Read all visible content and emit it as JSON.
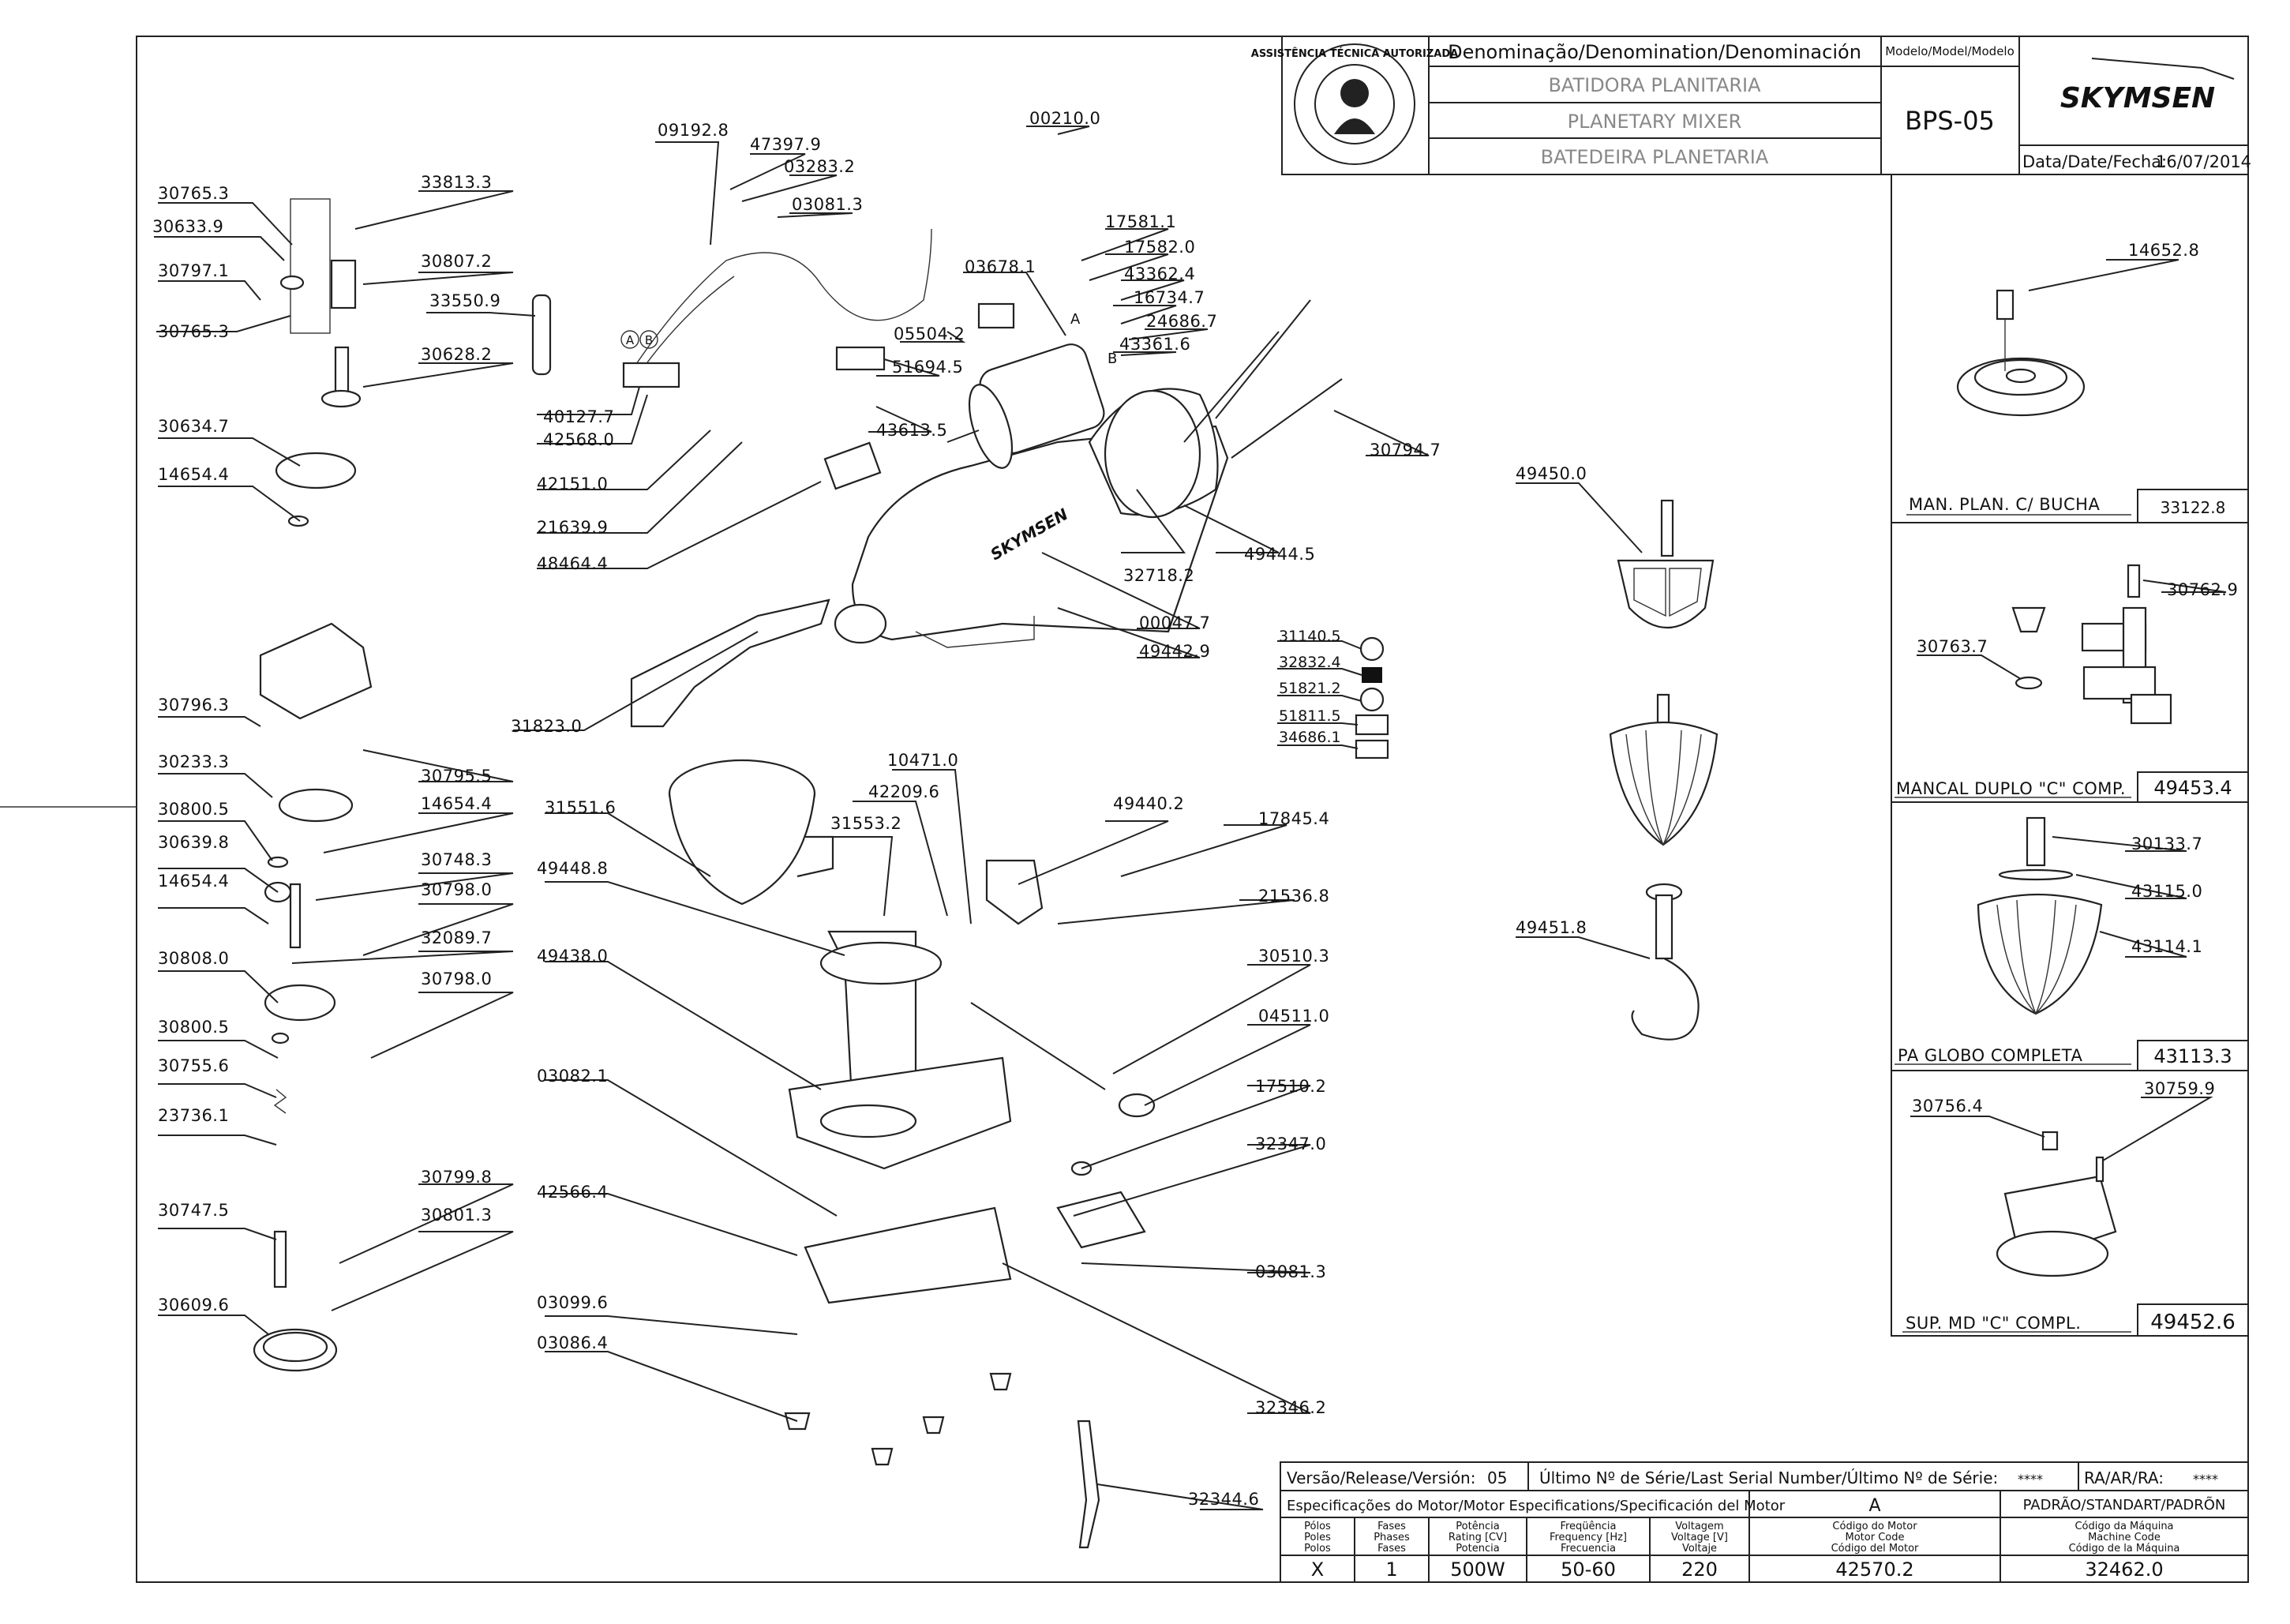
{
  "title_block": {
    "denomination_header": "Denominação/Denomination/Denominación",
    "name_pt": "BATIDORA PLANITARIA",
    "name_en": "PLANETARY MIXER",
    "name_es": "BATEDEIRA PLANETARIA",
    "model_header": "Modelo/Model/Modelo",
    "model": "BPS-05",
    "brand": "SKYMSEN",
    "date_label": "Data/Date/Fecha:",
    "date": "16/07/2014",
    "seal_text": "ASSISTÊNCIA TÉCNICA AUTORIZADA"
  },
  "callouts": [
    {
      "id": "c1",
      "text": "30765.3"
    },
    {
      "id": "c2",
      "text": "30633.9"
    },
    {
      "id": "c3",
      "text": "30797.1"
    },
    {
      "id": "c4",
      "text": "30765.3"
    },
    {
      "id": "c5",
      "text": "33813.3"
    },
    {
      "id": "c6",
      "text": "30807.2"
    },
    {
      "id": "c7",
      "text": "33550.9"
    },
    {
      "id": "c8",
      "text": "30628.2"
    },
    {
      "id": "c9",
      "text": "30634.7"
    },
    {
      "id": "c10",
      "text": "14654.4"
    },
    {
      "id": "c11",
      "text": "30796.3"
    },
    {
      "id": "c12",
      "text": "30795.5"
    },
    {
      "id": "c13",
      "text": "30233.3"
    },
    {
      "id": "c14",
      "text": "14654.4"
    },
    {
      "id": "c15",
      "text": "30800.5"
    },
    {
      "id": "c16",
      "text": "30639.8"
    },
    {
      "id": "c17",
      "text": "30748.3"
    },
    {
      "id": "c18",
      "text": "14654.4"
    },
    {
      "id": "c19",
      "text": "30798.0"
    },
    {
      "id": "c20",
      "text": "32089.7"
    },
    {
      "id": "c21",
      "text": "30808.0"
    },
    {
      "id": "c22",
      "text": "30798.0"
    },
    {
      "id": "c23",
      "text": "30800.5"
    },
    {
      "id": "c24",
      "text": "30755.6"
    },
    {
      "id": "c25",
      "text": "23736.1"
    },
    {
      "id": "c26",
      "text": "30799.8"
    },
    {
      "id": "c27",
      "text": "30747.5"
    },
    {
      "id": "c28",
      "text": "30801.3"
    },
    {
      "id": "c29",
      "text": "30609.6"
    },
    {
      "id": "c30",
      "text": "09192.8"
    },
    {
      "id": "c31",
      "text": "47397.9"
    },
    {
      "id": "c32",
      "text": "03283.2"
    },
    {
      "id": "c33",
      "text": "03081.3"
    },
    {
      "id": "c34",
      "text": "00210.0"
    },
    {
      "id": "c35",
      "text": "17581.1"
    },
    {
      "id": "c36",
      "text": "17582.0"
    },
    {
      "id": "c37",
      "text": "03678.1"
    },
    {
      "id": "c38",
      "text": "43362.4"
    },
    {
      "id": "c39",
      "text": "16734.7"
    },
    {
      "id": "c40",
      "text": "24686.7"
    },
    {
      "id": "c41",
      "text": "43361.6"
    },
    {
      "id": "c42",
      "text": "05504.2"
    },
    {
      "id": "c43",
      "text": "51694.5"
    },
    {
      "id": "c44",
      "text": "40127.7"
    },
    {
      "id": "c45",
      "text": "42568.0"
    },
    {
      "id": "c46",
      "text": "43613.5"
    },
    {
      "id": "c47",
      "text": "42151.0"
    },
    {
      "id": "c48",
      "text": "21639.9"
    },
    {
      "id": "c49",
      "text": "48464.4"
    },
    {
      "id": "c50",
      "text": "30794.7"
    },
    {
      "id": "c51",
      "text": "32718.2"
    },
    {
      "id": "c52",
      "text": "49444.5"
    },
    {
      "id": "c53",
      "text": "00047.7"
    },
    {
      "id": "c54",
      "text": "49442.9"
    },
    {
      "id": "c55",
      "text": "31823.0"
    },
    {
      "id": "c56",
      "text": "10471.0"
    },
    {
      "id": "c57",
      "text": "42209.6"
    },
    {
      "id": "c58",
      "text": "49440.2"
    },
    {
      "id": "c59",
      "text": "17845.4"
    },
    {
      "id": "c60",
      "text": "31551.6"
    },
    {
      "id": "c61",
      "text": "31553.2"
    },
    {
      "id": "c62",
      "text": "21536.8"
    },
    {
      "id": "c63",
      "text": "49448.8"
    },
    {
      "id": "c64",
      "text": "30510.3"
    },
    {
      "id": "c65",
      "text": "49438.0"
    },
    {
      "id": "c66",
      "text": "04511.0"
    },
    {
      "id": "c67",
      "text": "03082.1"
    },
    {
      "id": "c68",
      "text": "17510.2"
    },
    {
      "id": "c69",
      "text": "32347.0"
    },
    {
      "id": "c70",
      "text": "42566.4"
    },
    {
      "id": "c71",
      "text": "03081.3"
    },
    {
      "id": "c72",
      "text": "03099.6"
    },
    {
      "id": "c73",
      "text": "03086.4"
    },
    {
      "id": "c74",
      "text": "32346.2"
    },
    {
      "id": "c75",
      "text": "32344.6"
    },
    {
      "id": "c76",
      "text": "31140.5"
    },
    {
      "id": "c77",
      "text": "32832.4"
    },
    {
      "id": "c78",
      "text": "51821.2"
    },
    {
      "id": "c79",
      "text": "51811.5"
    },
    {
      "id": "c80",
      "text": "34686.1"
    },
    {
      "id": "c81",
      "text": "49450.0"
    },
    {
      "id": "c82",
      "text": "49451.8"
    },
    {
      "id": "c83",
      "text": "14652.8"
    },
    {
      "id": "c84",
      "text": "30762.9"
    },
    {
      "id": "c85",
      "text": "30763.7"
    },
    {
      "id": "c86",
      "text": "30133.7"
    },
    {
      "id": "c87",
      "text": "43115.0"
    },
    {
      "id": "c88",
      "text": "43114.1"
    },
    {
      "id": "c89",
      "text": "30756.4"
    },
    {
      "id": "c90",
      "text": "30759.9"
    }
  ],
  "markers": {
    "a": "A",
    "b": "B"
  },
  "panels": [
    {
      "label": "MAN. PLAN. C/ BUCHA",
      "code": "33122.8"
    },
    {
      "label": "MANCAL DUPLO \"C\" COMP.",
      "code": "49453.4"
    },
    {
      "label": "PA GLOBO COMPLETA",
      "code": "43113.3"
    },
    {
      "label": "SUP. MD \"C\" COMPL.",
      "code": "49452.6"
    }
  ],
  "spec_table": {
    "version_label": "Versão/Release/Versión:",
    "version": "05",
    "serial_label": "Último Nº de Série/Last Serial Number/Último Nº de Série:",
    "serial": "****",
    "ra_label": "RA/AR/RA:",
    "ra": "****",
    "motor_spec_label": "Especificações do Motor/Motor Especifications/Specificación del Motor",
    "motor_letter": "A",
    "standard_label": "PADRÃO/STANDART/PADRÕN",
    "col_poles": [
      "Pólos",
      "Poles",
      "Polos"
    ],
    "col_phases": [
      "Fases",
      "Phases",
      "Fases"
    ],
    "col_power": [
      "Potência",
      "Rating [CV]",
      "Potencia"
    ],
    "col_freq": [
      "Freqüência",
      "Frequency [Hz]",
      "Frecuencia"
    ],
    "col_voltage": [
      "Voltagem",
      "Voltage [V]",
      "Voltaje"
    ],
    "col_motor_code": [
      "Código do Motor",
      "Motor Code",
      "Código del Motor"
    ],
    "col_machine_code": [
      "Código da Máquina",
      "Machine Code",
      "Código de la Máquina"
    ],
    "poles": "X",
    "phases": "1",
    "power": "500W",
    "frequency": "50-60",
    "voltage": "220",
    "motor_code": "42570.2",
    "machine_code": "32462.0"
  }
}
